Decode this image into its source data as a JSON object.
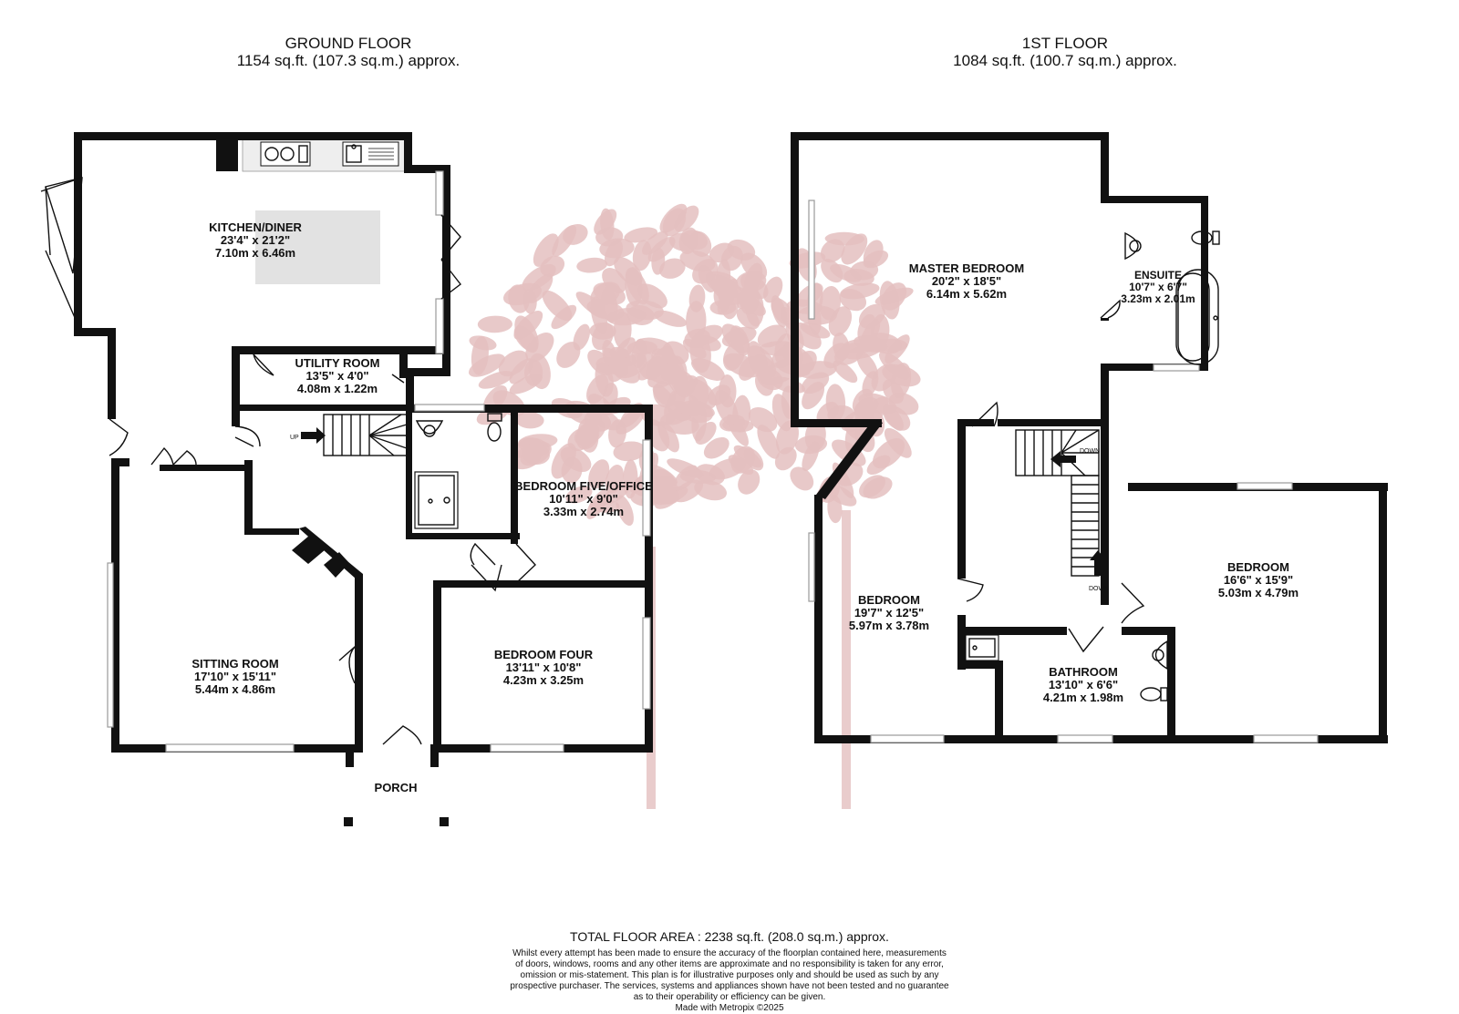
{
  "ground_floor": {
    "title": "GROUND FLOOR",
    "area": "1154 sq.ft. (107.3 sq.m.) approx.",
    "rooms": [
      {
        "name": "KITCHEN/DINER",
        "imperial": "23'4\"  x 21'2\"",
        "metric": "7.10m  x 6.46m"
      },
      {
        "name": "UTILITY ROOM",
        "imperial": "13'5\"  x 4'0\"",
        "metric": "4.08m  x 1.22m"
      },
      {
        "name": "BEDROOM FIVE/OFFICE",
        "imperial": "10'11\"  x 9'0\"",
        "metric": "3.33m  x 2.74m"
      },
      {
        "name": "SITTING ROOM",
        "imperial": "17'10\"  x 15'11\"",
        "metric": "5.44m  x 4.86m"
      },
      {
        "name": "BEDROOM FOUR",
        "imperial": "13'11\"  x 10'8\"",
        "metric": "4.23m  x 3.25m"
      },
      {
        "name": "PORCH",
        "imperial": "",
        "metric": ""
      }
    ],
    "stairs_label": "UP"
  },
  "first_floor": {
    "title": "1ST FLOOR",
    "area": "1084 sq.ft. (100.7 sq.m.) approx.",
    "rooms": [
      {
        "name": "MASTER BEDROOM",
        "imperial": "20'2\"  x 18'5\"",
        "metric": "6.14m  x 5.62m"
      },
      {
        "name": "ENSUITE",
        "imperial": "10'7\"  x 6'7\"",
        "metric": "3.23m  x 2.01m"
      },
      {
        "name": "BEDROOM",
        "imperial": "19'7\"  x 12'5\"",
        "metric": "5.97m  x 3.78m"
      },
      {
        "name": "BEDROOM",
        "imperial": "16'6\"  x 15'9\"",
        "metric": "5.03m  x 4.79m"
      },
      {
        "name": "BATHROOM",
        "imperial": "13'10\"  x 6'6\"",
        "metric": "4.21m  x 1.98m"
      }
    ],
    "stairs_labels": [
      "DOWN",
      "DOWN"
    ]
  },
  "footer": {
    "total": "TOTAL FLOOR AREA : 2238 sq.ft. (208.0 sq.m.) approx.",
    "disclaimer": [
      "Whilst every attempt has been made to ensure the accuracy of the floorplan contained here, measurements",
      "of doors, windows, rooms and any other items are approximate and no responsibility is taken for any error,",
      "omission or mis-statement. This plan is for illustrative purposes only and should be used as such by any",
      "prospective purchaser. The services, systems and appliances shown have not been tested and no guarantee",
      "as to their operability or efficiency can be given."
    ],
    "credit": "Made with Metropix ©2025"
  },
  "colors": {
    "wall": "#111111",
    "watermark": "#e4bfbf",
    "island": "#e2e2e2"
  }
}
